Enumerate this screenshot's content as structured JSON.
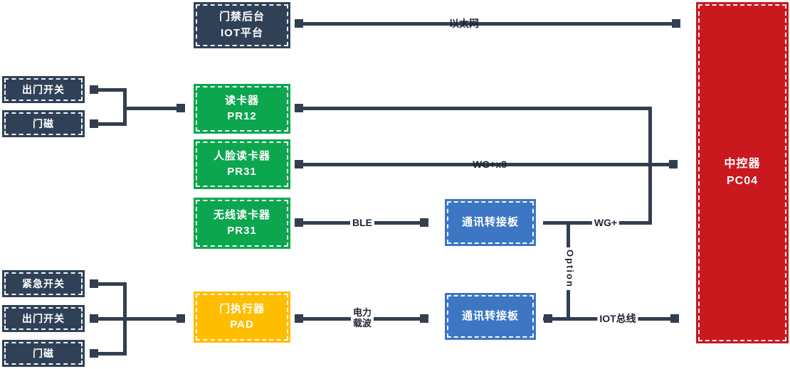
{
  "boxes": {
    "iot_platform": {
      "line1": "门禁后台",
      "line2": "IOT平台"
    },
    "exit_switch_top": {
      "line1": "出门开关"
    },
    "door_magnet_top": {
      "line1": "门磁"
    },
    "reader_pr12": {
      "line1": "读卡器",
      "line2": "PR12"
    },
    "face_reader_pr31": {
      "line1": "人脸读卡器",
      "line2": "PR31"
    },
    "wireless_reader_pr31": {
      "line1": "无线读卡器",
      "line2": "PR31"
    },
    "comm_adapter_top": {
      "line1": "通讯转接板"
    },
    "emergency_switch": {
      "line1": "紧急开关"
    },
    "exit_switch_bottom": {
      "line1": "出门开关"
    },
    "door_magnet_bottom": {
      "line1": "门磁"
    },
    "door_actuator_pad": {
      "line1": "门执行器",
      "line2": "PAD"
    },
    "comm_adapter_bottom": {
      "line1": "通讯转接板"
    },
    "controller_pc04": {
      "line1": "中控器",
      "line2": "PC04"
    }
  },
  "edge_labels": {
    "ethernet": "以太网",
    "wg_x8": "WG+x8",
    "ble": "BLE",
    "wg_plus": "WG+",
    "option": "Option",
    "plc_line1": "电力",
    "plc_line2": "载波",
    "iot_bus": "IOT总线"
  },
  "colors": {
    "navy_box": "#304157",
    "green_box": "#0CA64E",
    "blue_box": "#3D76C3",
    "orange_box": "#FFBD00",
    "red_box": "#C9191F",
    "connector": "#333E50",
    "label_text": "#1F2430"
  }
}
